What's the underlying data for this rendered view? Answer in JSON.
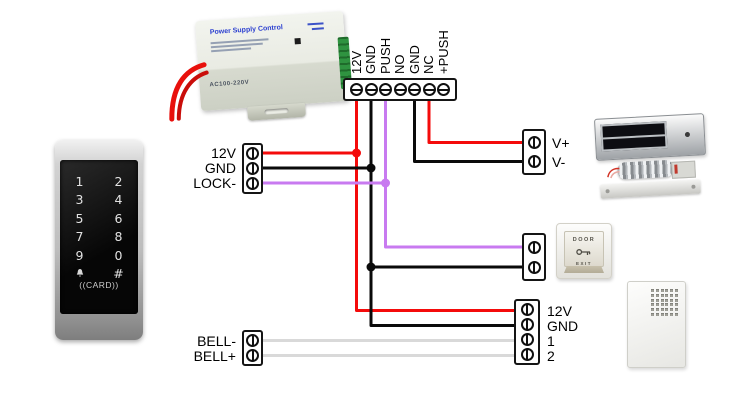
{
  "colors": {
    "red": "#f40b0b",
    "black": "#0a0a0a",
    "purple": "#c87af0",
    "white_wire": "#d9d9d9"
  },
  "psu": {
    "title": "Power Supply Control",
    "voltage": "AC100-220V"
  },
  "main_connector": {
    "labels": [
      "12V",
      "GND",
      "PUSH",
      "NO",
      "GND",
      "NC",
      "+PUSH"
    ]
  },
  "keypad_connector": {
    "labels": [
      "12V",
      "GND",
      "LOCK-"
    ]
  },
  "bell_connector": {
    "labels": [
      "BELL-",
      "BELL+"
    ]
  },
  "lock_connector": {
    "labels": [
      "V+",
      "V-"
    ]
  },
  "doorbell_connector": {
    "labels": [
      "12V",
      "GND",
      "1",
      "2"
    ]
  },
  "exit_button": {
    "door": "DOOR",
    "exit": "EXIT"
  },
  "keypad": {
    "digits": [
      "1",
      "2",
      "3",
      "4",
      "5",
      "6",
      "7",
      "8",
      "9",
      "0"
    ],
    "hash": "#",
    "card": "((CARD))"
  }
}
